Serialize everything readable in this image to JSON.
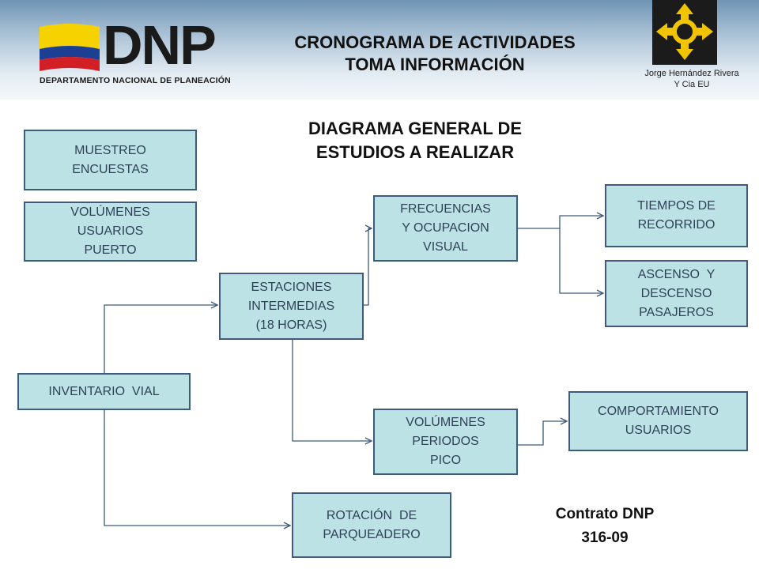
{
  "header": {
    "logo_text": "DNP",
    "logo_subtitle": "DEPARTAMENTO NACIONAL DE PLANEACIÓN",
    "title_line1": "CRONOGRAMA DE ACTIVIDADES",
    "title_line2": "TOMA INFORMACIÓN",
    "company_line1": "Jorge Hernández  Rivera",
    "company_line2": "Y Cia EU"
  },
  "diagram": {
    "title_line1": "DIAGRAMA GENERAL DE",
    "title_line2": "ESTUDIOS A REALIZAR",
    "nodes": {
      "muestreo": [
        "MUESTREO",
        "ENCUESTAS"
      ],
      "volumenes_puerto": [
        "VOLÚMENES",
        "USUARIOS",
        "PUERTO"
      ],
      "inventario": [
        "INVENTARIO  VIAL"
      ],
      "estaciones": [
        "ESTACIONES",
        "INTERMEDIAS",
        "(18 HORAS)"
      ],
      "frecuencias": [
        "FRECUENCIAS",
        "Y OCUPACION",
        "VISUAL"
      ],
      "tiempos": [
        "TIEMPOS DE",
        "RECORRIDO"
      ],
      "ascenso": [
        "ASCENSO  Y",
        "DESCENSO",
        "PASAJEROS"
      ],
      "volumenes_pico": [
        "VOLÚMENES",
        "PERIODOS",
        "PICO"
      ],
      "comportamiento": [
        "COMPORTAMIENTO",
        "USUARIOS"
      ],
      "rotacion": [
        "ROTACIÓN  DE",
        "PARQUEADERO"
      ]
    }
  },
  "footer": {
    "contract_line1": "Contrato DNP",
    "contract_line2": "316-09"
  },
  "colors": {
    "box_fill": "#bde2e6",
    "box_border": "#3e5c7a",
    "connector": "#3e5c7a",
    "flag_yellow": "#f6d200",
    "flag_blue": "#1d3f93",
    "flag_red": "#d21f26"
  }
}
